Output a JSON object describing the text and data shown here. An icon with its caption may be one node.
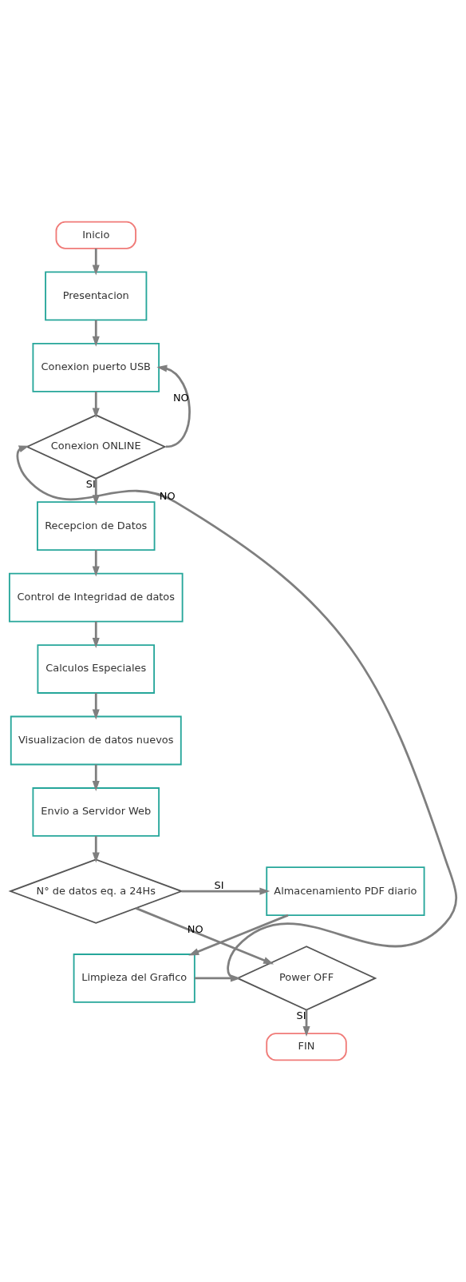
{
  "diagram": {
    "nodes": [
      {
        "text": [
          "Inicio"
        ]
      },
      {
        "text": [
          "Presentacion"
        ]
      },
      {
        "text": [
          "Conexion puerto USB"
        ]
      },
      {
        "text": [
          "Conexion ONLINE"
        ]
      },
      {
        "text": [
          "Recepcion de Datos"
        ]
      },
      {
        "text": [
          "Control de Integridad de datos"
        ]
      },
      {
        "text": [
          "Calculos Especiales"
        ]
      },
      {
        "text": [
          "Visualizacion de datos nuevos"
        ]
      },
      {
        "text": [
          "Envio a Servidor Web"
        ]
      },
      {
        "text": [
          "N° de datos eq. a 24Hs"
        ]
      },
      {
        "text": [
          "Almacenamiento PDF diario"
        ]
      },
      {
        "text": [
          "Limpieza del Grafico"
        ]
      },
      {
        "text": [
          "Power OFF"
        ]
      },
      {
        "text": [
          "FIN"
        ]
      }
    ],
    "edges": [
      {
        "from": 0,
        "to": 1,
        "arrow": "to"
      },
      {
        "from": 1,
        "to": 2,
        "arrow": "to"
      },
      {
        "from": 2,
        "to": 3,
        "arrow": "to"
      },
      {
        "from": 3,
        "to": 2,
        "arrow": "to",
        "label": "NO"
      },
      {
        "from": 3,
        "to": 4,
        "arrow": "to",
        "label": "SI"
      },
      {
        "from": 4,
        "to": 5,
        "arrow": "to"
      },
      {
        "from": 5,
        "to": 6,
        "arrow": "to"
      },
      {
        "from": 6,
        "to": 7,
        "arrow": "to"
      },
      {
        "from": 7,
        "to": 8,
        "arrow": "to"
      },
      {
        "from": 8,
        "to": 9,
        "arrow": "to"
      },
      {
        "from": 9,
        "to": 10,
        "arrow": "to",
        "label": "SI"
      },
      {
        "from": 9,
        "to": 12,
        "arrow": "to",
        "label": "NO"
      },
      {
        "from": 10,
        "to": 11,
        "arrow": "to"
      },
      {
        "from": 11,
        "to": 12,
        "arrow": "to"
      },
      {
        "from": 12,
        "to": 3,
        "arrow": "to",
        "label": "NO"
      },
      {
        "from": 12,
        "to": 13,
        "arrow": "to",
        "label": "SI"
      }
    ]
  }
}
